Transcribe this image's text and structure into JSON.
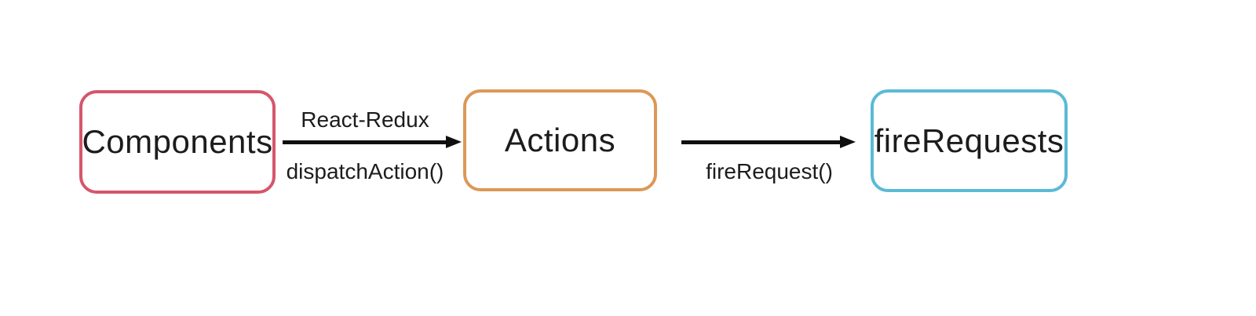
{
  "diagram": {
    "background_color": "#ffffff",
    "text_color": "#1c1c1c",
    "arrow_color": "#0f0f0f",
    "nodes": [
      {
        "id": "components",
        "label": "Components",
        "border_color": "#d5566b"
      },
      {
        "id": "actions",
        "label": "Actions",
        "border_color": "#dc9858"
      },
      {
        "id": "fireRequests",
        "label": "fireRequests",
        "border_color": "#5bbad6"
      }
    ],
    "edges": [
      {
        "from": "components",
        "to": "actions",
        "label_above": "React-Redux",
        "label_below": "dispatchAction()"
      },
      {
        "from": "actions",
        "to": "fireRequests",
        "label_above": "",
        "label_below": "fireRequest()"
      }
    ]
  }
}
